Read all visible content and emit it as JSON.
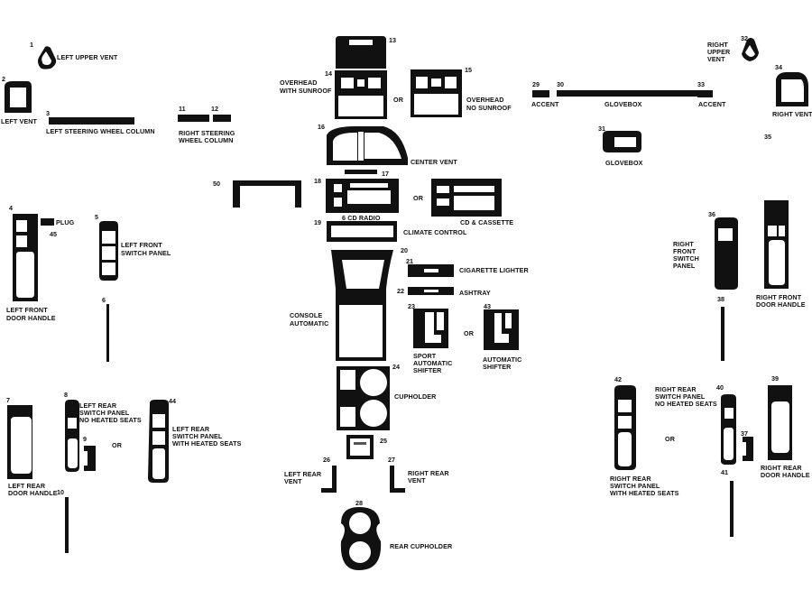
{
  "colors": {
    "piece": "#111111",
    "cutout": "#ffffff",
    "detail": "#555555",
    "background": "#ffffff"
  },
  "numbers": [
    "1",
    "2",
    "3",
    "4",
    "45",
    "5",
    "6",
    "7",
    "8",
    "9",
    "10",
    "44",
    "11",
    "12",
    "13",
    "14",
    "15",
    "16",
    "17",
    "18",
    "19",
    "20",
    "21",
    "22",
    "23",
    "43",
    "24",
    "25",
    "26",
    "27",
    "28",
    "29",
    "30",
    "33",
    "31",
    "32",
    "34",
    "35",
    "36",
    "38",
    "37",
    "39",
    "40",
    "41",
    "42",
    "50"
  ],
  "labels": {
    "left_upper_vent": "LEFT UPPER VENT",
    "left_vent": "LEFT VENT",
    "left_steering_wheel_column": "LEFT STEERING WHEEL COLUMN",
    "plug": "PLUG",
    "left_front_switch_panel": [
      "LEFT FRONT",
      "SWITCH PANEL"
    ],
    "left_front_door_handle": [
      "LEFT FRONT",
      "DOOR HANDLE"
    ],
    "left_rear_switch_panel_no_heated": [
      "LEFT REAR",
      "SWITCH PANEL",
      "NO HEATED SEATS"
    ],
    "left_rear_switch_panel_heated": [
      "LEFT REAR",
      "SWITCH PANEL",
      "WITH HEATED SEATS"
    ],
    "left_rear_door_handle": [
      "LEFT REAR",
      "DOOR HANDLE"
    ],
    "or": "OR",
    "right_steering_wheel_column": [
      "RIGHT  STEERING",
      "WHEEL COLUMN"
    ],
    "overhead_with_sunroof": [
      "OVERHEAD",
      "WITH SUNROOF"
    ],
    "overhead_no_sunroof": [
      "OVERHEAD",
      "NO SUNROOF"
    ],
    "center_vent": "CENTER VENT",
    "six_cd_radio": "6 CD RADIO",
    "cd_cassette": "CD & CASSETTE",
    "climate_control": "CLIMATE CONTROL",
    "cigarette_lighter": "CIGARETTE LIGHTER",
    "ashtray": "ASHTRAY",
    "console_automatic": [
      "CONSOLE",
      "AUTOMATIC"
    ],
    "sport_automatic_shifter": [
      "SPORT",
      "AUTOMATIC",
      "SHIFTER"
    ],
    "automatic_shifter": [
      "AUTOMATIC",
      "SHIFTER"
    ],
    "cupholder": "CUPHOLDER",
    "left_rear_vent": [
      "LEFT REAR",
      "VENT"
    ],
    "right_rear_vent": [
      "RIGHT REAR",
      "VENT"
    ],
    "rear_cupholder": "REAR CUPHOLDER",
    "accent": "ACCENT",
    "glovebox": "GLOVEBOX",
    "right_upper_vent": [
      "RIGHT",
      "UPPER",
      "VENT"
    ],
    "right_vent": "RIGHT VENT",
    "right_front_switch_panel": [
      "RIGHT",
      "FRONT",
      "SWITCH",
      "PANEL"
    ],
    "right_front_door_handle": [
      "RIGHT FRONT",
      "DOOR HANDLE"
    ],
    "right_rear_switch_panel_no_heated": [
      "RIGHT REAR",
      "SWITCH PANEL",
      "NO HEATED SEATS"
    ],
    "right_rear_switch_panel_heated": [
      "RIGHT REAR",
      "SWITCH PANEL",
      "WITH HEATED SEATS"
    ],
    "right_rear_door_handle": [
      "RIGHT REAR",
      "DOOR HANDLE"
    ]
  }
}
